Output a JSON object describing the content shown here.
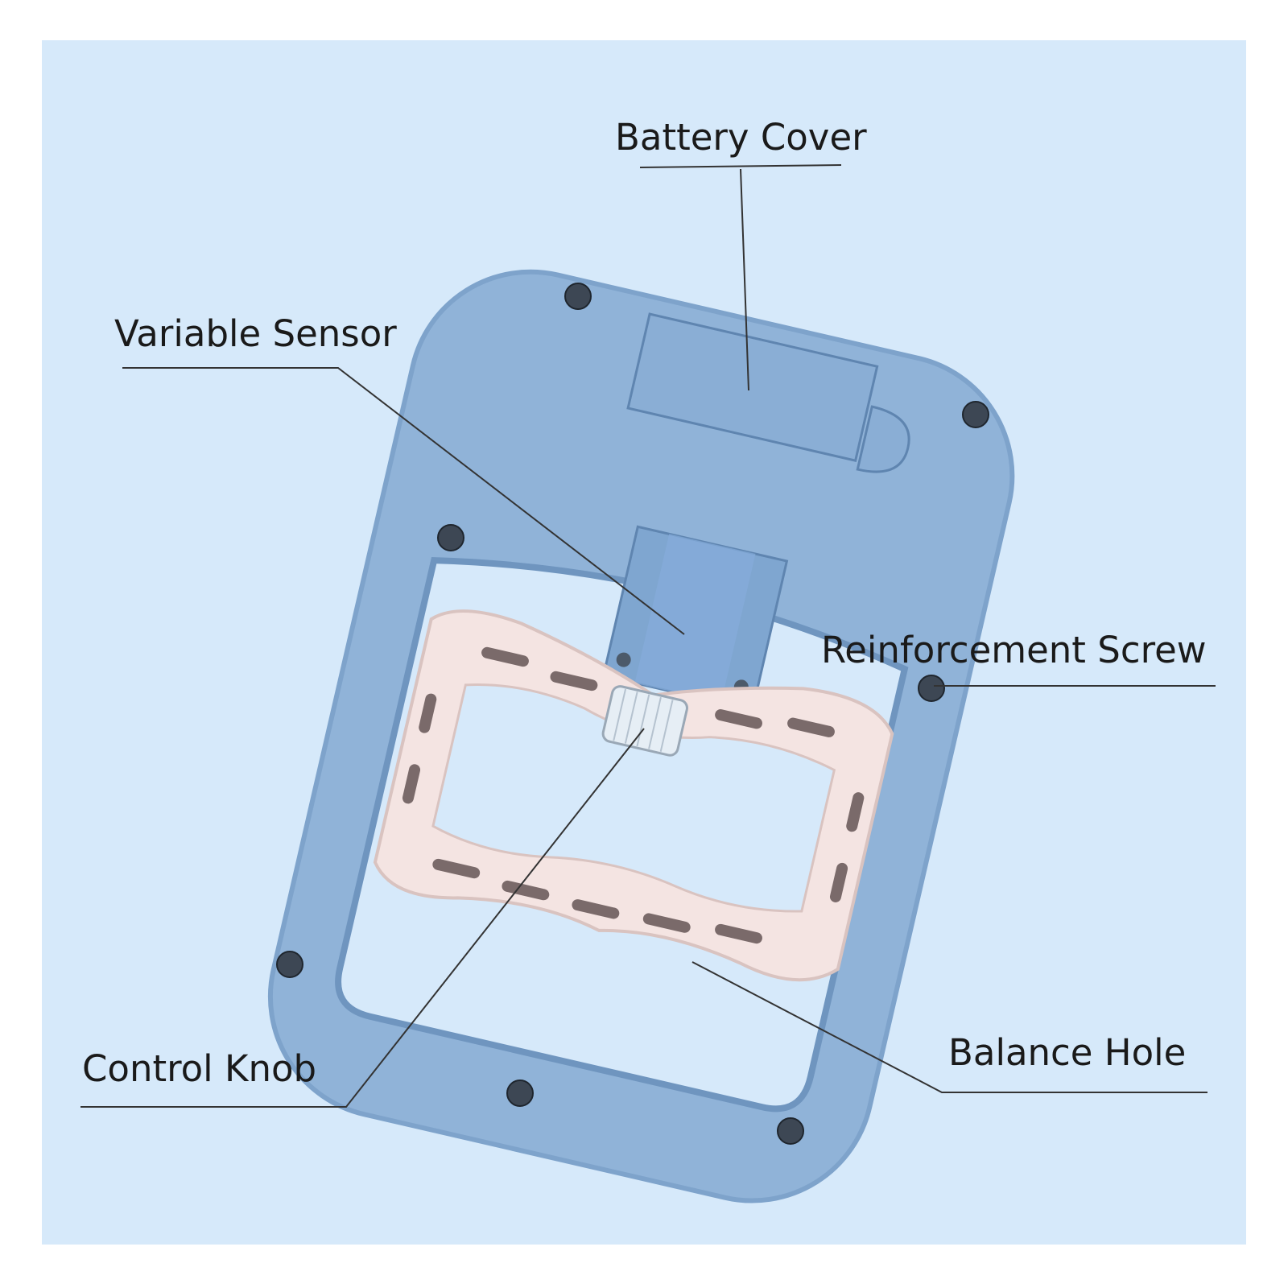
{
  "labels": {
    "battery_cover": "Battery Cover",
    "variable_sensor": "Variable Sensor",
    "reinforcement_screw": "Reinforcement Screw",
    "control_knob": "Control Knob",
    "balance_hole": "Balance Hole"
  },
  "colors": {
    "background": "#d6e9fa",
    "device_body": "#90b3d8",
    "device_edge": "#6f95bf",
    "handle": "#f4e4e2",
    "handle_slot": "#7a6a6a",
    "leader_line": "#333333",
    "label_text": "#1a1a1a"
  }
}
